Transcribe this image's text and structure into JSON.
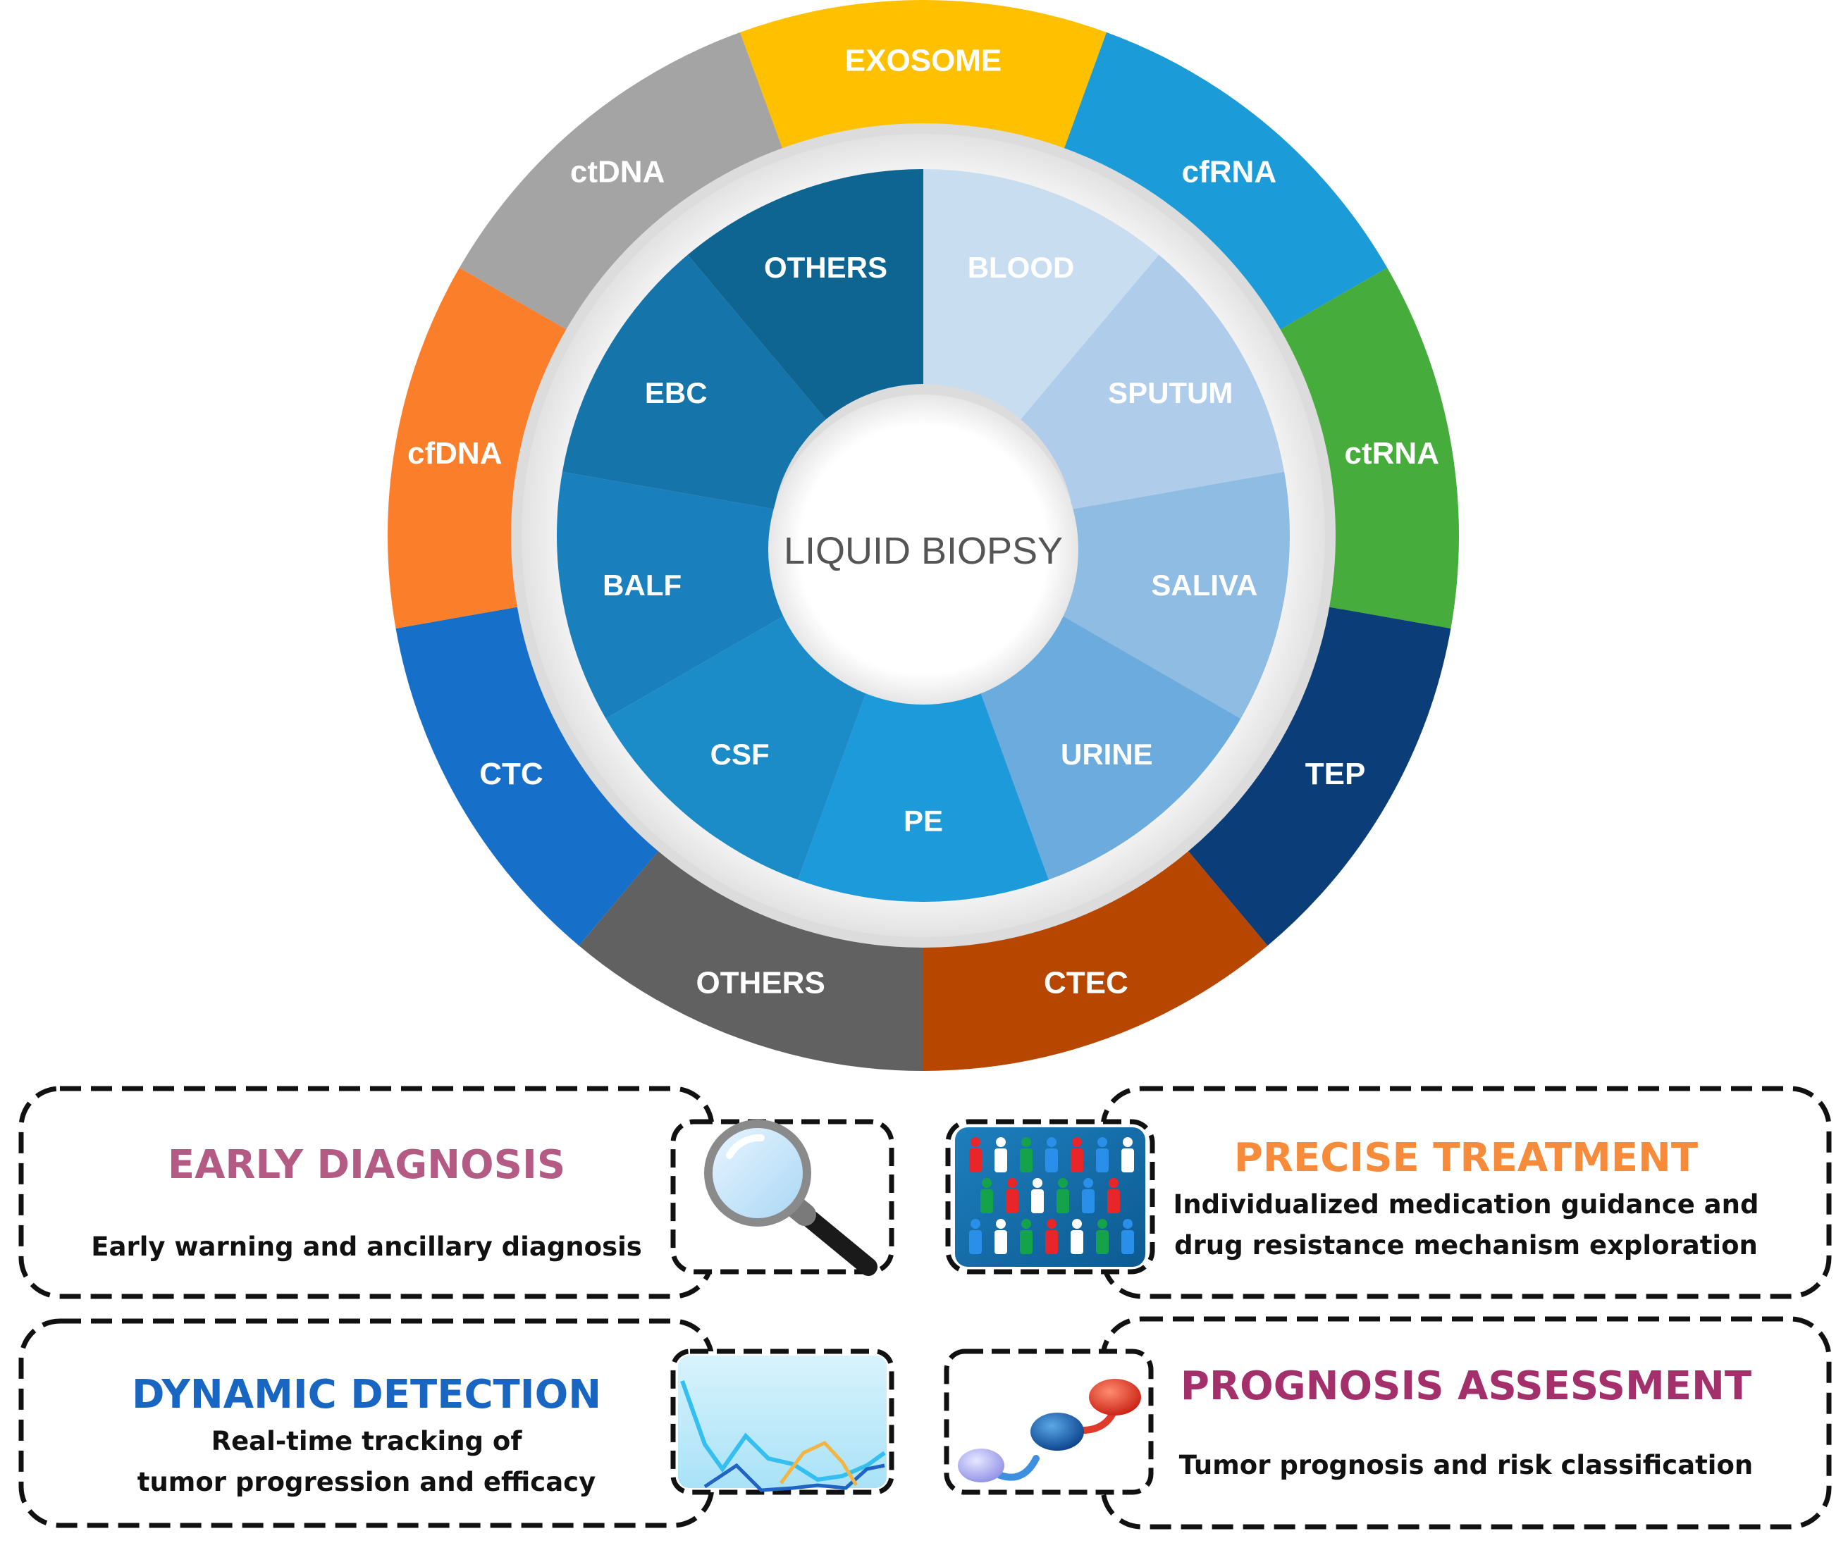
{
  "diagram": {
    "center_label": "LIQUID BIOPSY",
    "outer_ring": [
      {
        "label": "EXOSOME",
        "color": "#FFC000"
      },
      {
        "label": "cfRNA",
        "color": "#1B9BD7"
      },
      {
        "label": "ctRNA",
        "color": "#46AC3C"
      },
      {
        "label": "TEP",
        "color": "#0B3E79"
      },
      {
        "label": "CTEC",
        "color": "#B64600"
      },
      {
        "label": "OTHERS",
        "color": "#616161"
      },
      {
        "label": "CTC",
        "color": "#1670C9"
      },
      {
        "label": "cfDNA",
        "color": "#FB7E2B"
      },
      {
        "label": "ctDNA",
        "color": "#A4A4A4"
      }
    ],
    "inner_ring": [
      {
        "label": "BLOOD",
        "color": "#C9DDF0"
      },
      {
        "label": "SPUTUM",
        "color": "#AFCDEB"
      },
      {
        "label": "SALIVA",
        "color": "#8FBCE3"
      },
      {
        "label": "URINE",
        "color": "#6CABDD"
      },
      {
        "label": "PE",
        "color": "#1D9AD9"
      },
      {
        "label": "CSF",
        "color": "#1C8CC9"
      },
      {
        "label": "BALF",
        "color": "#1A80BD"
      },
      {
        "label": "EBC",
        "color": "#1574AA"
      },
      {
        "label": "OTHERS",
        "color": "#0F6592"
      }
    ]
  },
  "panels": [
    {
      "title": "EARLY DIAGNOSIS",
      "title_color": "#B35B85",
      "lines": [
        "Early warning and ancillary diagnosis"
      ],
      "icon": "magnifier-icon"
    },
    {
      "title": "PRECISE TREATMENT",
      "title_color": "#F58B3B",
      "lines": [
        "Individualized medication guidance and",
        "drug resistance mechanism exploration"
      ],
      "icon": "people-icon"
    },
    {
      "title": "DYNAMIC DETECTION",
      "title_color": "#1866C2",
      "lines": [
        "Real-time tracking of",
        "tumor progression and efficacy"
      ],
      "icon": "line-chart-icon"
    },
    {
      "title": "PROGNOSIS ASSESSMENT",
      "title_color": "#A32F6B",
      "lines": [
        "Tumor prognosis and risk classification"
      ],
      "icon": "risk-spheres-icon"
    }
  ]
}
